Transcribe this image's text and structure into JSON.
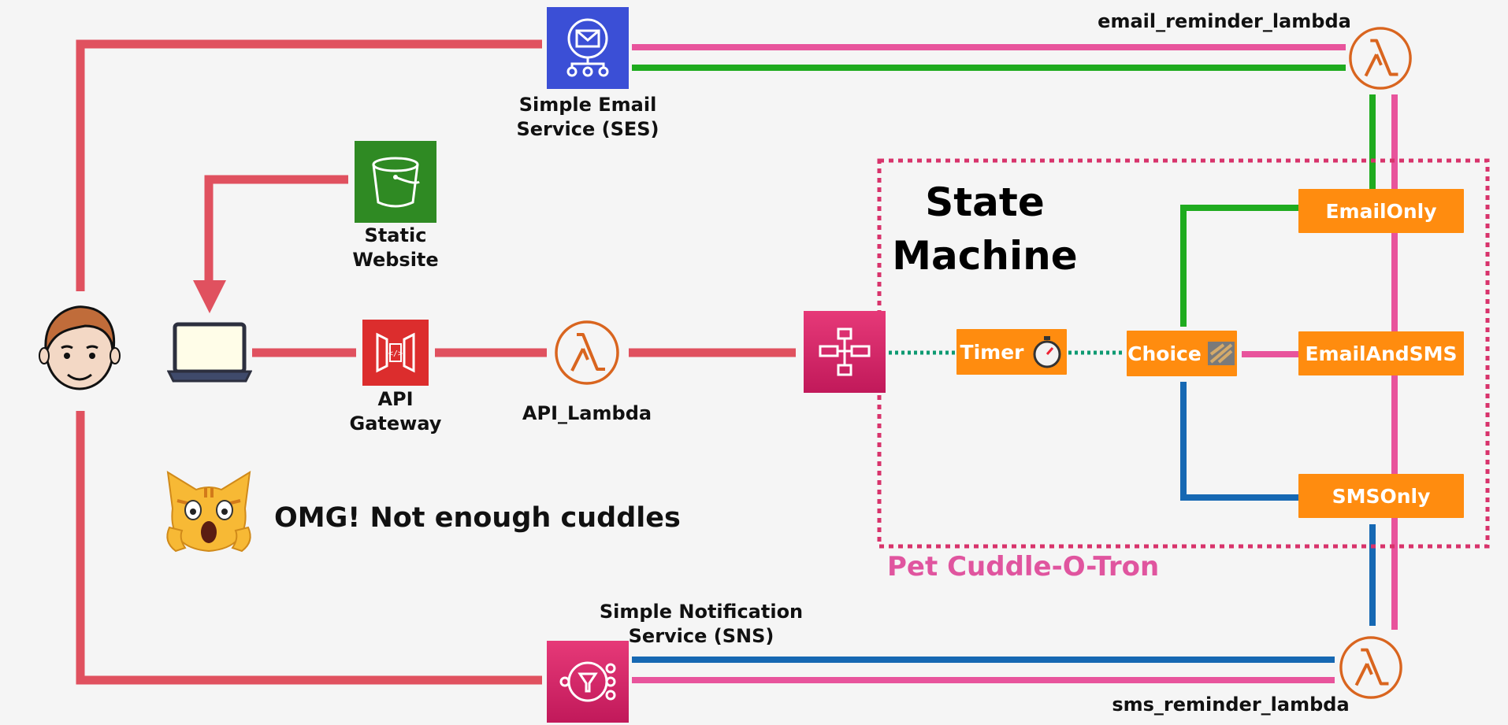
{
  "colors": {
    "red": "#e0515f",
    "pink": "#e8549c",
    "green": "#1fab1f",
    "blue": "#1668b3",
    "teal": "#0e9a72",
    "orange": "#ff8c0f",
    "lambda_orange": "#d9651f"
  },
  "services": {
    "ses_label": "Simple Email\nService (SES)",
    "s3_label": "Static\nWebsite",
    "apigw_label": "API\nGateway",
    "api_lambda_label": "API_Lambda",
    "sns_label": "Simple Notification\nService (SNS)",
    "email_lambda_label": "email_reminder_lambda",
    "sms_lambda_label": "sms_reminder_lambda"
  },
  "state_machine": {
    "title": "State\nMachine",
    "name": "Pet Cuddle-O-Tron",
    "timer_label": "Timer",
    "choice_label": "Choice",
    "email_only_label": "EmailOnly",
    "email_and_sms_label": "EmailAndSMS",
    "sms_only_label": "SMSOnly"
  },
  "callout": {
    "text": "OMG! Not enough cuddles"
  },
  "icons": {
    "user": "user-avatar-icon",
    "laptop": "laptop-icon",
    "ses": "ses-envelope-icon",
    "s3": "s3-bucket-icon",
    "apigw": "api-gateway-icon",
    "lambda": "lambda-icon",
    "step_functions": "step-functions-icon",
    "sns": "sns-icon",
    "cat": "screaming-cat-icon",
    "stopwatch": "stopwatch-icon",
    "choice": "choice-flag-icon"
  }
}
